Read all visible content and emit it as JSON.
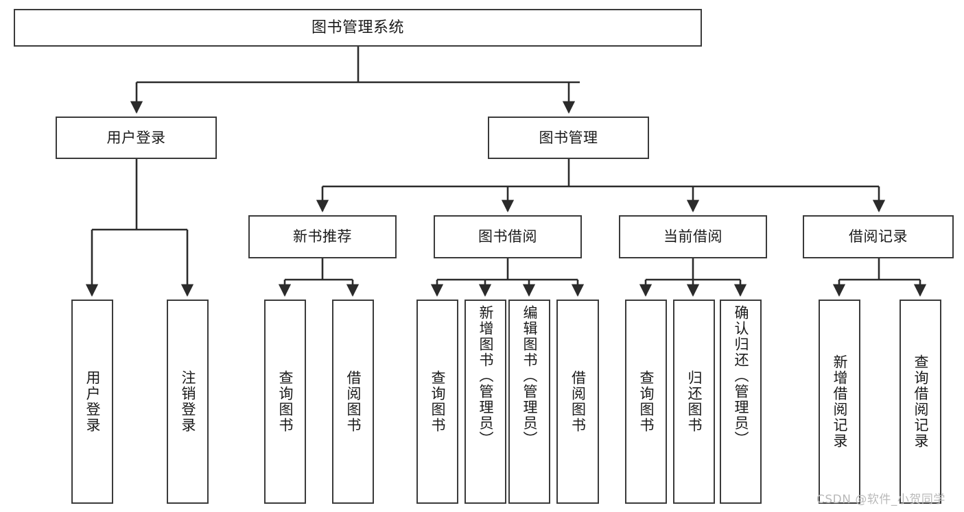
{
  "diagram": {
    "title": "图书管理系统",
    "type": "tree-hierarchy-chart",
    "watermark": "CSDN @软件_小贺同学",
    "colors": {
      "border": "#3a3a3a",
      "fill": "#ffffff",
      "edge": "#2b2b2b",
      "text": "#1a1a1a",
      "watermark": "#b9b9b9"
    },
    "nodes": {
      "root": {
        "label": "图书管理系统"
      },
      "level2": [
        {
          "label": "用户登录"
        },
        {
          "label": "图书管理"
        }
      ],
      "level3": [
        {
          "label": "新书推荐"
        },
        {
          "label": "图书借阅"
        },
        {
          "label": "当前借阅"
        },
        {
          "label": "借阅记录"
        }
      ],
      "leaves": {
        "user_login": [
          {
            "label": "用户登录"
          },
          {
            "label": "注销登录"
          }
        ],
        "new_book": [
          {
            "label": "查询图书"
          },
          {
            "label": "借阅图书"
          }
        ],
        "book_borrow": [
          {
            "label": "查询图书"
          },
          {
            "label": "新增图书（管理员）"
          },
          {
            "label": "编辑图书（管理员）"
          },
          {
            "label": "借阅图书"
          }
        ],
        "current_borrow": [
          {
            "label": "查询图书"
          },
          {
            "label": "归还图书"
          },
          {
            "label": "确认归还（管理员）"
          }
        ],
        "borrow_record": [
          {
            "label": "新增借阅记录"
          },
          {
            "label": "查询借阅记录"
          }
        ]
      }
    }
  }
}
